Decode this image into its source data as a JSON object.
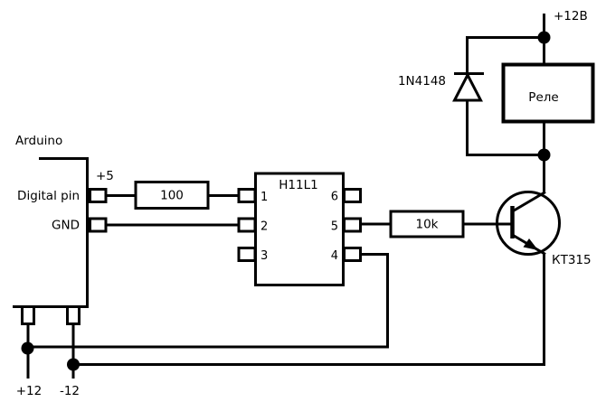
{
  "schematic": {
    "description": "Arduino optocoupler relay driver circuit",
    "bg_color": "#ffffff",
    "line_color": "#000000",
    "arduino": {
      "title": "Arduino",
      "vcc": "+5",
      "digital_pin": "Digital pin",
      "gnd": "GND"
    },
    "r1": "100",
    "r2": "10k",
    "ic": {
      "name": "H11L1",
      "pins": [
        "1",
        "2",
        "3",
        "4",
        "5",
        "6"
      ]
    },
    "diode": "1N4148",
    "relay": "Реле",
    "transistor": "КТ315",
    "power": {
      "supply": "+12В",
      "plus12": "+12",
      "minus12": "-12"
    }
  }
}
